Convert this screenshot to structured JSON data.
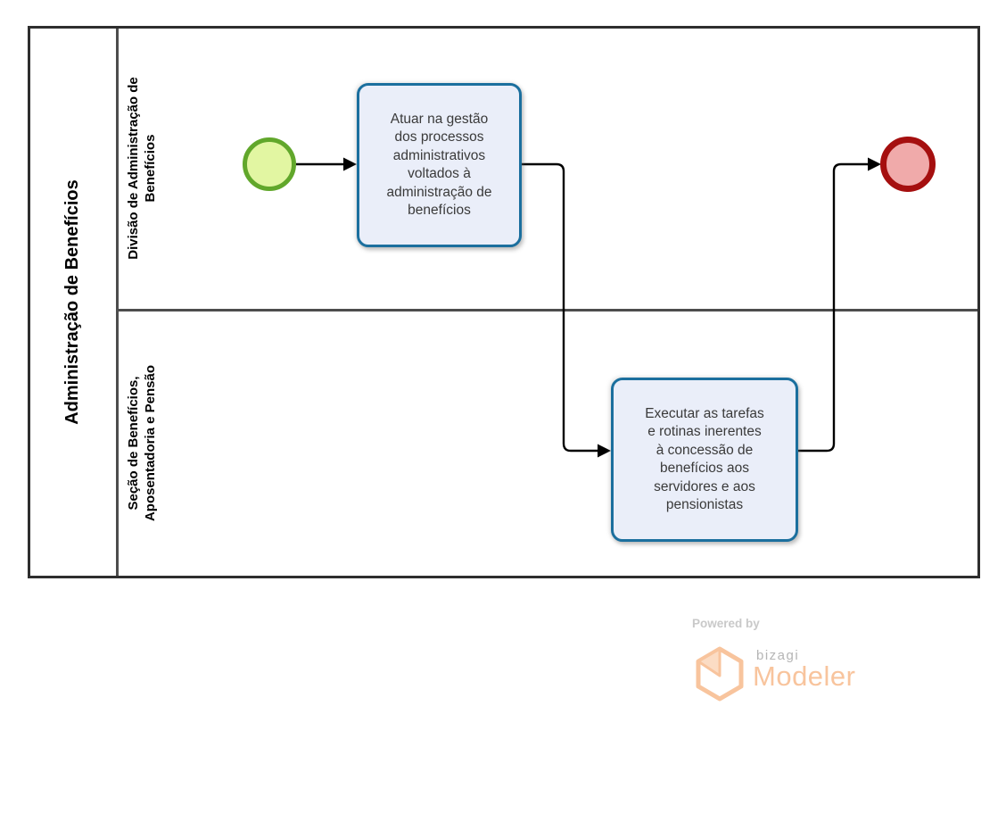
{
  "colors": {
    "pool_border": "#2E2E2E",
    "lane_line": "#4D4D4D",
    "task_border": "#1B6F9E",
    "task_fill": "#EAEEF9",
    "task_text": "#3A3A3A",
    "start_border": "#61A72B",
    "start_fill": "#E2F6A2",
    "end_border": "#A50F0F",
    "end_fill": "#F0AAAA",
    "connector": "#000000",
    "powered_gray": "#C9C9C9",
    "brand_gray": "#B5B5B5",
    "brand_orange": "#F8C49D"
  },
  "pool": {
    "title": "Administração de Benefícios"
  },
  "lanes": [
    {
      "name": "Divisão de Administração de Benefícios",
      "lines": [
        "Divisão de Administração de",
        "Benefícios"
      ]
    },
    {
      "name": "Seção de Benefícios, Aposentadoria e Pensão",
      "lines": [
        "Seção de Benefícios,",
        "Aposentadoria e Pensão"
      ]
    }
  ],
  "nodes": {
    "start_event": {
      "type": "start-event"
    },
    "task1": {
      "type": "task",
      "label": "Atuar na gestão dos processos administrativos voltados à administração de benefícios",
      "lines": [
        "Atuar na gestão",
        "dos processos",
        "administrativos",
        "voltados à",
        "administração de",
        "benefícios"
      ]
    },
    "task2": {
      "type": "task",
      "label": "Executar as tarefas e rotinas inerentes à concessão de benefícios aos servidores e aos pensionistas",
      "lines": [
        "Executar as tarefas",
        "e rotinas inerentes",
        "à concessão de",
        "benefícios aos",
        "servidores e aos",
        "pensionistas"
      ]
    },
    "end_event": {
      "type": "end-event"
    }
  },
  "footer": {
    "powered_by": "Powered by",
    "brand": "bizagi",
    "product": "Modeler"
  }
}
